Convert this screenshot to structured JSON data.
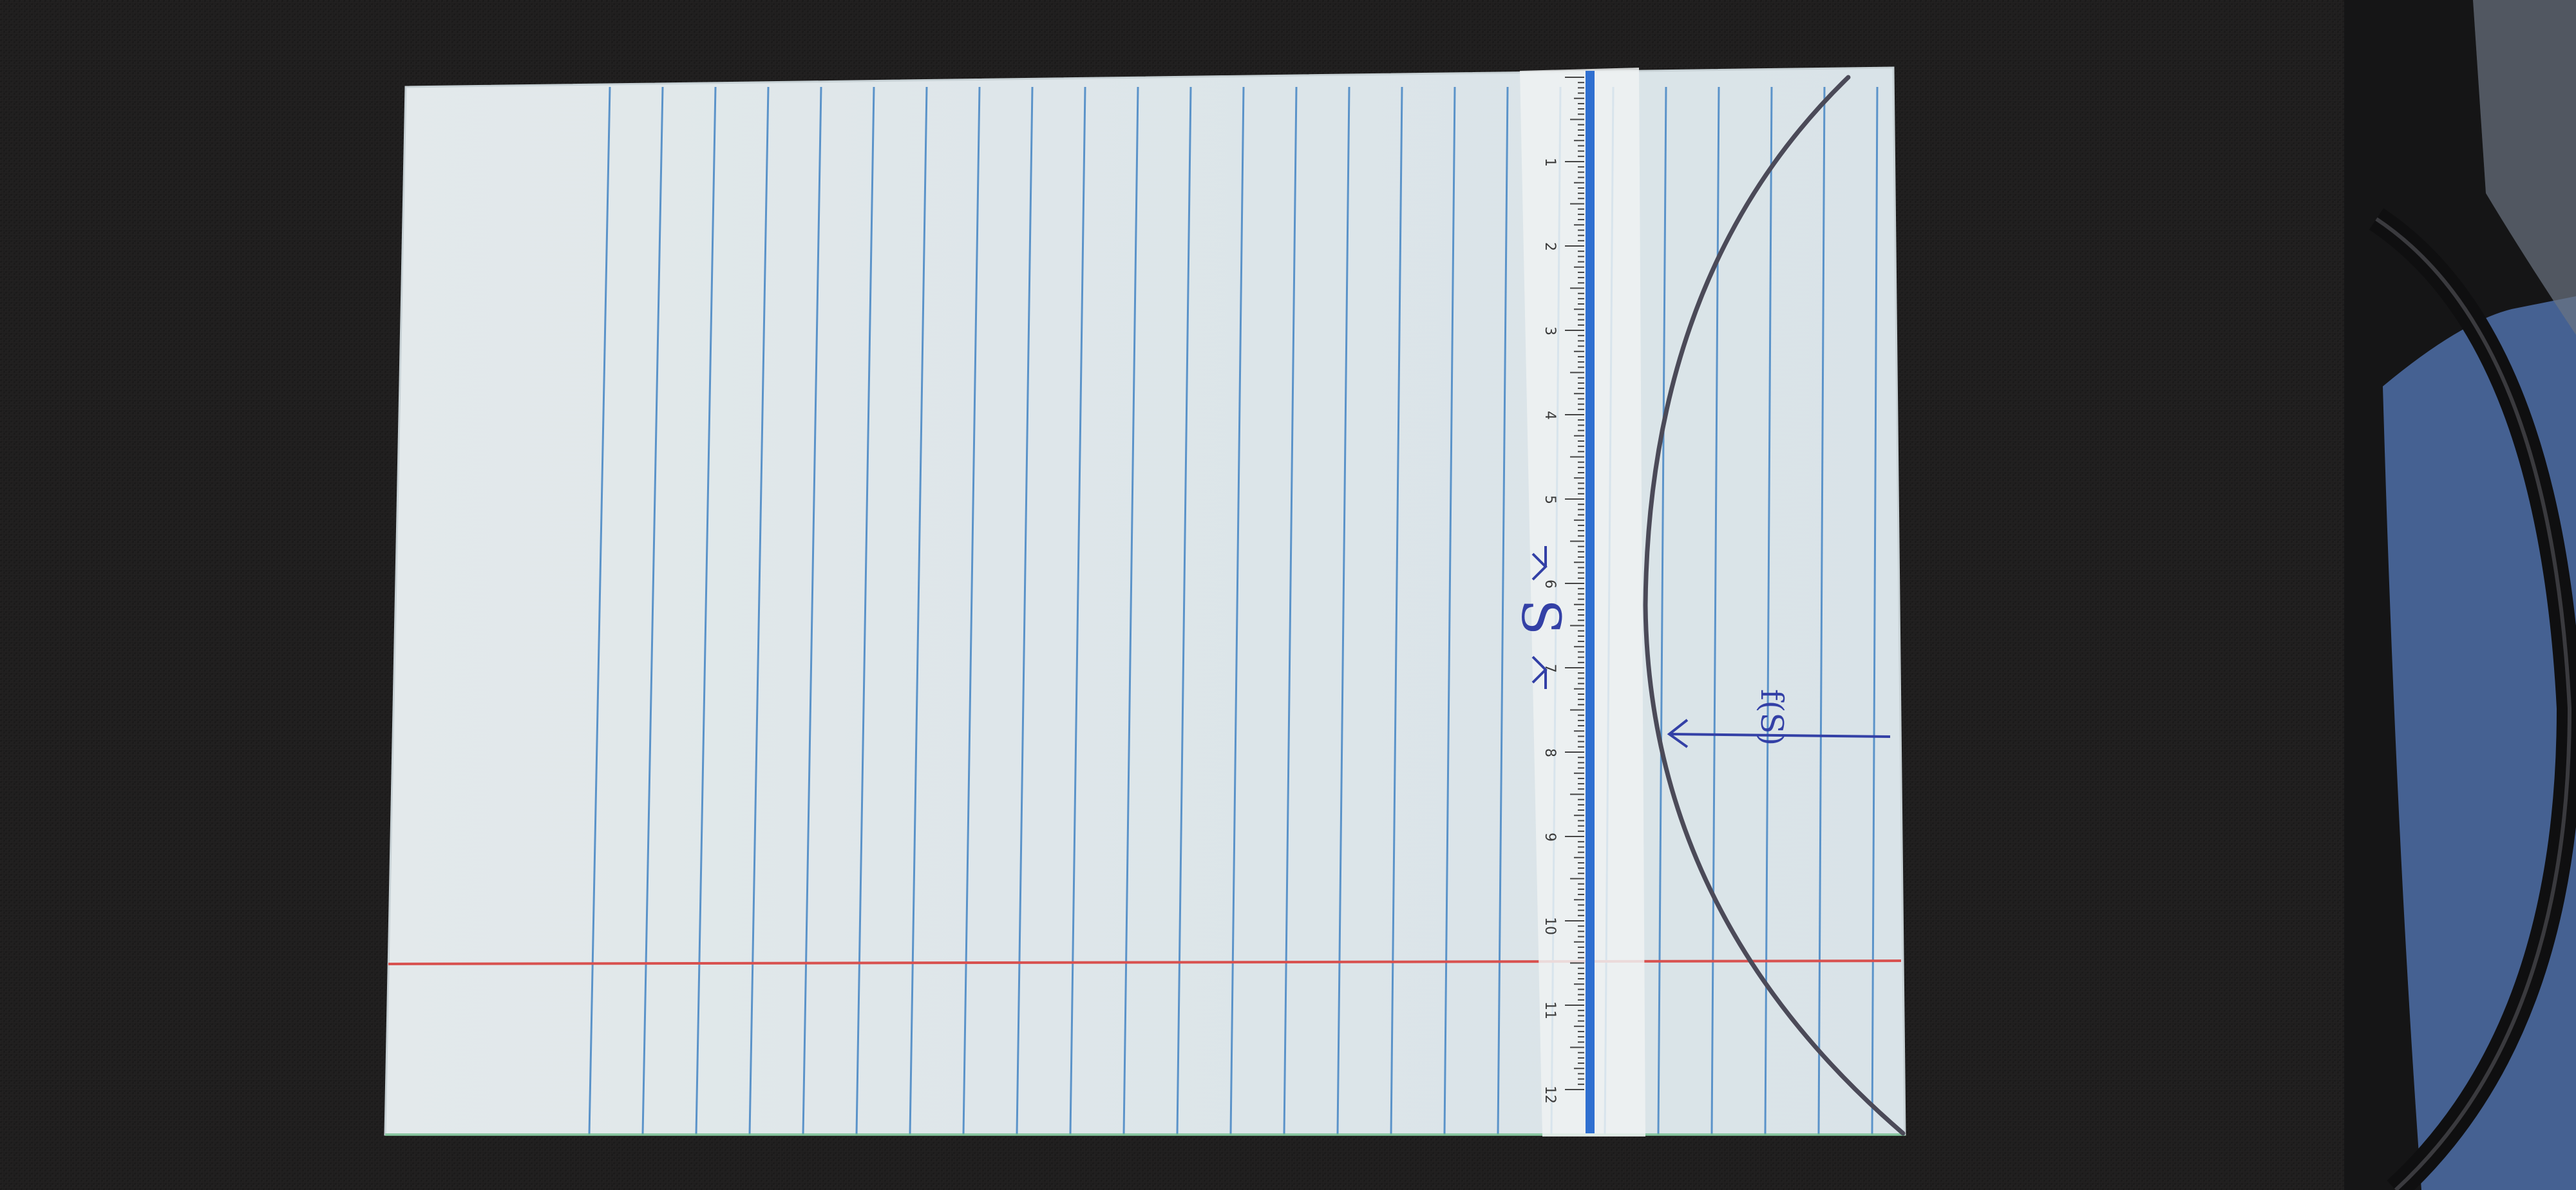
{
  "image": {
    "subject": "lined notebook paper on a dark fabric surface with a clear ruler and a hand-drawn curve",
    "colors": {
      "background": "#1d1c1c",
      "paper": "#dfe7ea",
      "rule_line": "#5b93c9",
      "margin_line": "#d8514f",
      "ruler_stripe": "#2f6fd0",
      "curve": "#4b4a58",
      "ink": "#3340a6",
      "strap": "#2a2a2e",
      "cloth": "#4d6fa8"
    }
  },
  "ruler": {
    "numbers": [
      "1",
      "2",
      "3",
      "4",
      "5",
      "6",
      "7",
      "8",
      "9",
      "10",
      "11",
      "12"
    ]
  },
  "annotations": {
    "symbol": "S",
    "label": "f(S)"
  }
}
